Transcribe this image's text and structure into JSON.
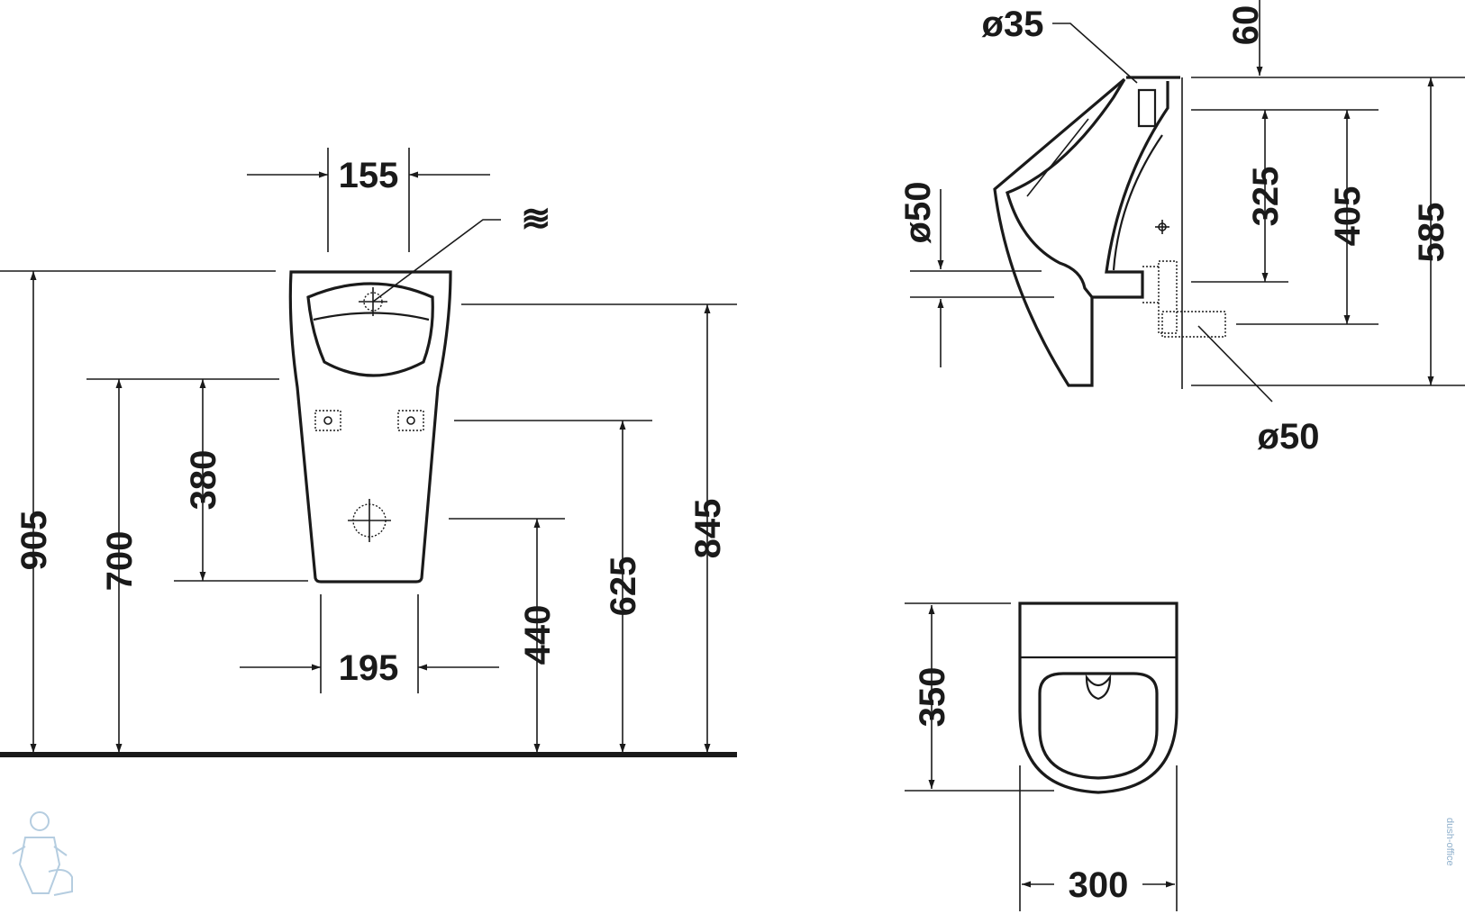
{
  "front_view": {
    "dimensions": {
      "inlet_width": "155",
      "outlet_width": "195",
      "total_height": "905",
      "top_height": "845",
      "rim_height": "700",
      "depth_380": "380",
      "fixing_625": "625",
      "outlet_440": "440"
    },
    "water_symbol": "≋"
  },
  "side_view": {
    "dimensions": {
      "inlet_dia": "ø35",
      "top_offset": "60",
      "outlet_dia_top": "ø50",
      "h_325": "325",
      "h_405": "405",
      "h_585": "585",
      "outlet_dia_bottom": "ø50"
    }
  },
  "top_view": {
    "dimensions": {
      "depth": "350",
      "width": "300"
    }
  },
  "watermark": {
    "text": "dush-office"
  }
}
